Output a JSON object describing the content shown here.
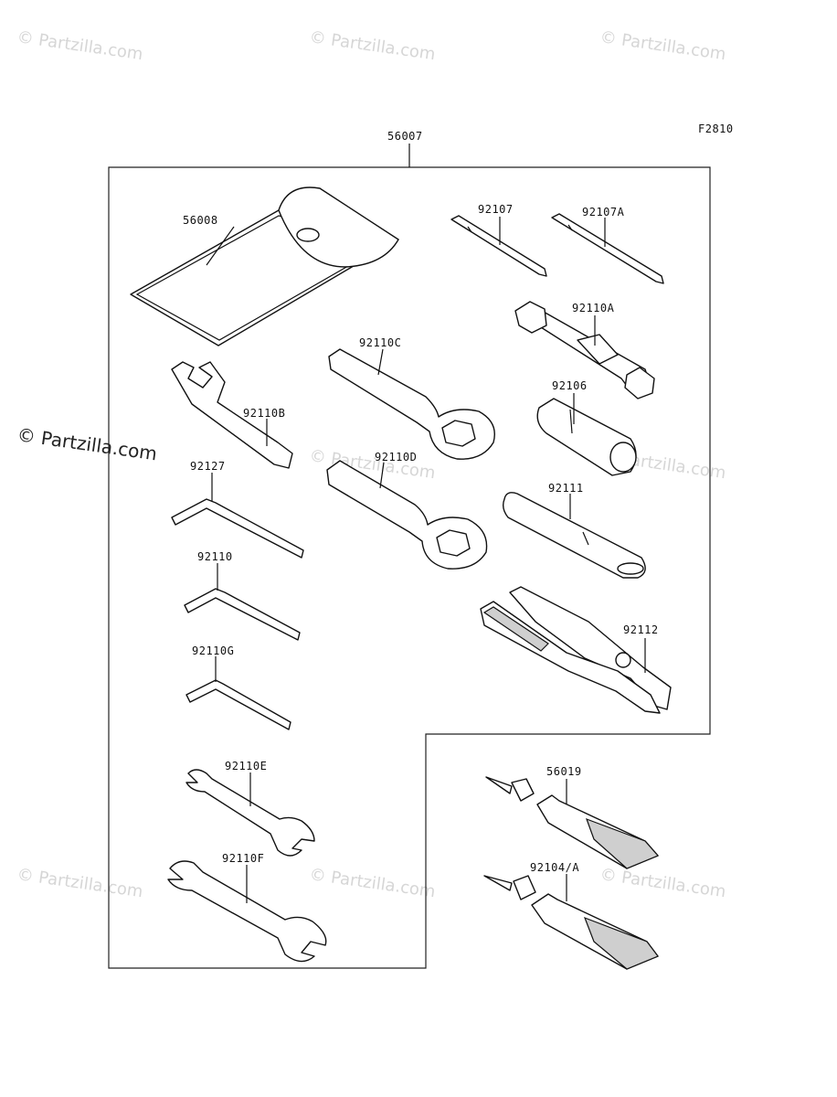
{
  "figure_code": "F2810",
  "parts": {
    "kit": "56007",
    "case": "56008",
    "driver_a": "92107",
    "driver_b": "92107A",
    "plug_wrench": "92110A",
    "wrench_c": "92110C",
    "hook_wrench": "92110B",
    "plug_adapter": "92106",
    "wrench_d": "92110D",
    "hex_92127": "92127",
    "extension": "92111",
    "hex_92110": "92110",
    "pliers": "92112",
    "hex_g": "92110G",
    "grease_56019": "56019",
    "wrench_e": "92110E",
    "grease_92104": "92104/A",
    "wrench_f": "92110F"
  },
  "watermark": {
    "text": "© Partzilla.com",
    "main_text": "© Partzilla.com"
  }
}
